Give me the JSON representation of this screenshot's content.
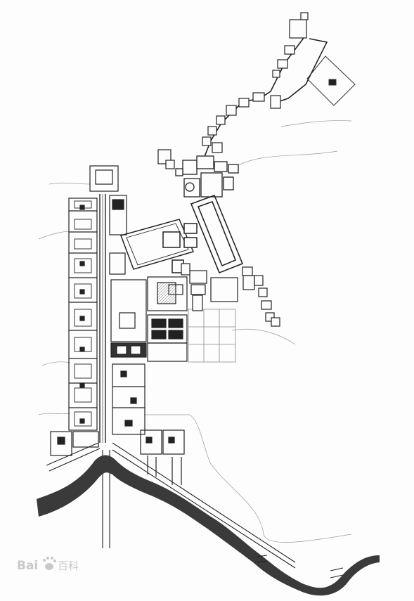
{
  "map": {
    "type": "architectural-site-plan",
    "palette": {
      "ink": "#2a2a2a",
      "river": "#3a3a3a",
      "paper": "#fdfdfd",
      "watermark": "#c9c9c9"
    },
    "watermark": {
      "brand_latin": "Bai",
      "brand_cn": "百科",
      "icon": "paw-icon"
    }
  }
}
